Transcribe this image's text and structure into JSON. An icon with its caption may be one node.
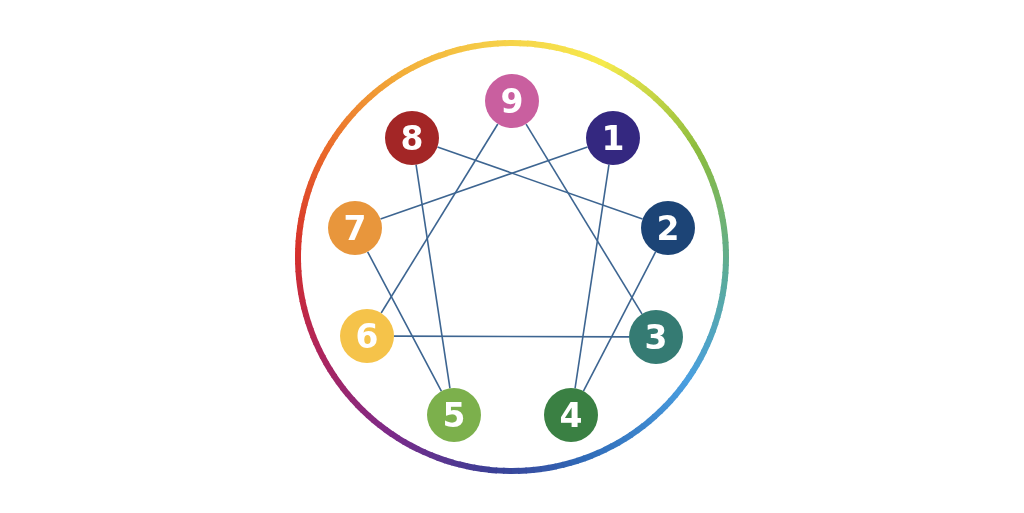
{
  "diagram": {
    "nodes": [
      {
        "text": [
          "9"
        ]
      },
      {
        "text": [
          "8"
        ]
      },
      {
        "text": [
          "1"
        ]
      },
      {
        "text": [
          "7"
        ]
      },
      {
        "text": [
          "2"
        ]
      },
      {
        "text": [
          "6"
        ]
      },
      {
        "text": [
          "3"
        ]
      },
      {
        "text": [
          "5"
        ]
      },
      {
        "text": [
          "4"
        ]
      }
    ],
    "edges": [
      {
        "from": 0,
        "to": 6,
        "arrow": "none"
      },
      {
        "from": 6,
        "to": 5,
        "arrow": "none"
      },
      {
        "from": 5,
        "to": 0,
        "arrow": "none"
      },
      {
        "from": 2,
        "to": 8,
        "arrow": "none"
      },
      {
        "from": 8,
        "to": 4,
        "arrow": "none"
      },
      {
        "from": 4,
        "to": 1,
        "arrow": "none"
      },
      {
        "from": 1,
        "to": 7,
        "arrow": "none"
      },
      {
        "from": 7,
        "to": 3,
        "arrow": "none"
      },
      {
        "from": 3,
        "to": 2,
        "arrow": "none"
      }
    ]
  }
}
